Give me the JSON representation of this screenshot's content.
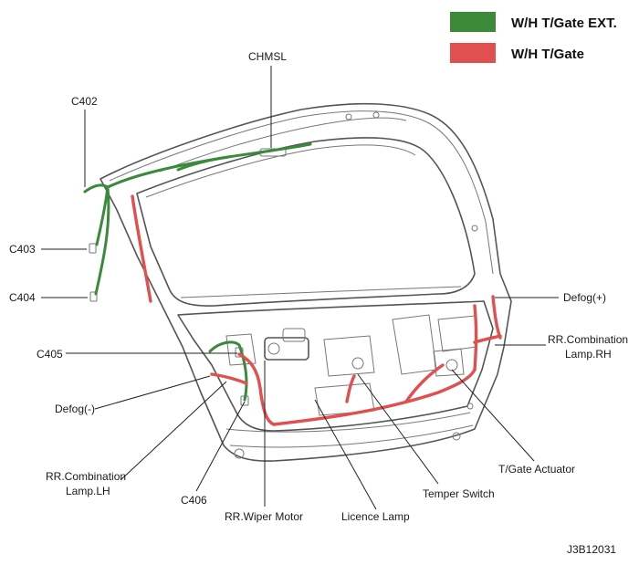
{
  "legend": [
    {
      "label": "W/H T/Gate EXT.",
      "color": "#3a8a3a"
    },
    {
      "label": "W/H T/Gate",
      "color": "#e05050"
    }
  ],
  "labels": {
    "chmsl": "CHMSL",
    "c402": "C402",
    "c403": "C403",
    "c404": "C404",
    "c405": "C405",
    "defog_minus": "Defog(-)",
    "defog_plus": "Defog(+)",
    "rr_comb_rh_1": "RR.Combination",
    "rr_comb_rh_2": "Lamp.RH",
    "rr_comb_lh_1": "RR.Combination",
    "rr_comb_lh_2": "Lamp.LH",
    "c406": "C406",
    "rr_wiper_motor": "RR.Wiper Motor",
    "licence_lamp": "Licence Lamp",
    "temper_switch": "Temper Switch",
    "tgate_actuator": "T/Gate Actuator"
  },
  "figure_id": "J3B12031"
}
